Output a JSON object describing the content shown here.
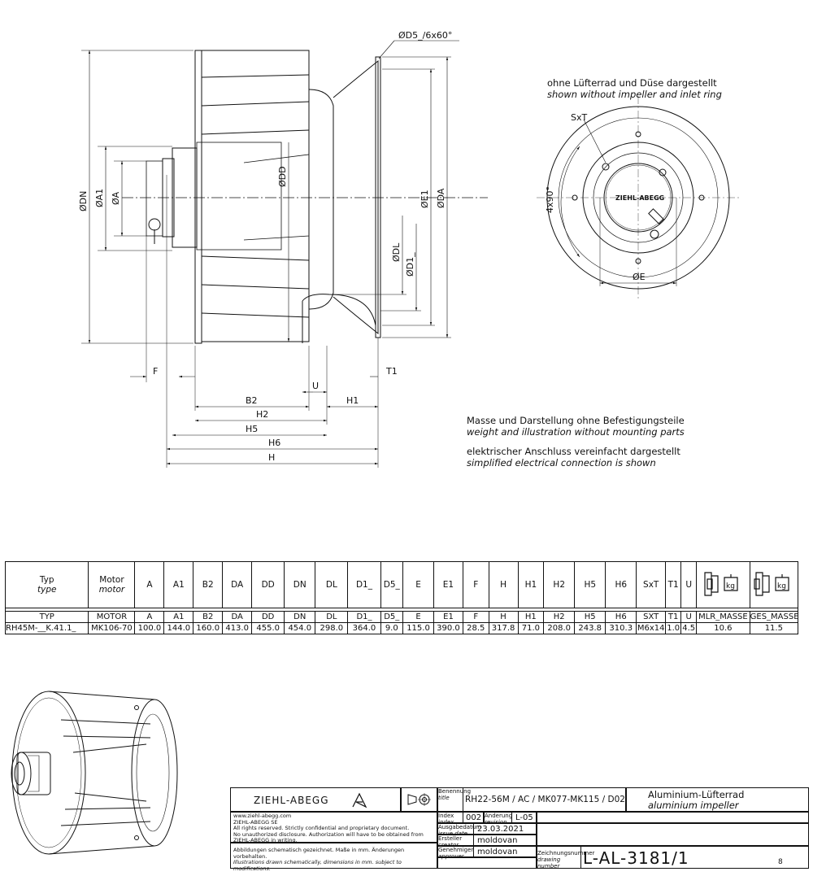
{
  "drawing": {
    "labels": {
      "d5": "ØD5_/6x60°",
      "dn": "ØDN",
      "a1": "ØA1",
      "a": "ØA",
      "dd": "ØDD",
      "dl": "ØDL",
      "d1": "ØD1_",
      "e1": "ØE1",
      "da": "ØDA",
      "f": "F",
      "u": "U",
      "t1": "T1",
      "b2": "B2",
      "h1": "H1",
      "h2": "H2",
      "h5": "H5",
      "h6": "H6",
      "h": "H",
      "sxt": "SxT",
      "four_x_90": "4x90°",
      "e": "ØE"
    },
    "side_view_note_de": "ohne Lüfterrad und Düse dargestellt",
    "side_view_note_en": "shown without impeller and inlet ring",
    "brand_plate": "ZIEHL-ABEGG",
    "notes": [
      {
        "de": "Masse und Darstellung ohne Befestigungsteile",
        "en": "weight and illustration without mounting parts"
      },
      {
        "de": "elektrischer Anschluss vereinfacht dargestellt",
        "en": "simplified electrical connection is shown"
      }
    ]
  },
  "table": {
    "header_de": [
      "Typ",
      "Motor",
      "A",
      "A1",
      "B2",
      "DA",
      "DD",
      "DN",
      "DL",
      "D1_",
      "D5_",
      "E",
      "E1",
      "F",
      "H",
      "H1",
      "H2",
      "H5",
      "H6",
      "SxT",
      "T1",
      "U"
    ],
    "header_en": [
      "type",
      "motor"
    ],
    "weight_icon_label": "kg",
    "keys": [
      "TYP",
      "MOTOR",
      "A",
      "A1",
      "B2",
      "DA",
      "DD",
      "DN",
      "DL",
      "D1_",
      "D5_",
      "E",
      "E1",
      "F",
      "H",
      "H1",
      "H2",
      "H5",
      "H6",
      "SXT",
      "T1",
      "U",
      "MLR_MASSE",
      "GES_MASSE"
    ],
    "values": [
      "RH45M-__K.41.1_",
      "MK106-70",
      "100.0",
      "144.0",
      "160.0",
      "413.0",
      "455.0",
      "454.0",
      "298.0",
      "364.0",
      "9.0",
      "115.0",
      "390.0",
      "28.5",
      "317.8",
      "71.0",
      "208.0",
      "243.8",
      "310.3",
      "M6x14",
      "1.0",
      "4.5",
      "10.6",
      "11.5"
    ]
  },
  "title_block": {
    "logo": "ZIEHL-ABEGG",
    "website": "www.ziehl-abegg.com",
    "company": "ZIEHL-ABEGG SE",
    "rights_1": "All rights reserved. Strictly confidential and proprietary document.",
    "rights_2": "No unauthorized disclosure. Authorization will have to be obtained from",
    "rights_3": "ZIEHL-ABEGG in writing.",
    "schematic_de": "Abbildungen schematisch gezeichnet. Maße in mm. Änderungen vorbehalten.",
    "schematic_en": "Illustrations drawn schematically, dimensions in mm. subject to modifications.",
    "title_label_de": "Benennung",
    "title_label_en": "title",
    "title_value": "RH22-56M / AC / MK077-MK115 / D02",
    "description_de": "Aluminium-Lüfterrad",
    "description_en": "aluminium impeller",
    "index_label_de": "Index",
    "index_label_en": "index",
    "index_value": "002",
    "revision_label_de": "Änderung",
    "revision_label_en": "revision",
    "revision_value": "L-05",
    "issue_label_de": "Ausgabedatum",
    "issue_label_en": "issue date",
    "issue_value": "23.03.2021",
    "creator_label_de": "Ersteller",
    "creator_label_en": "creator",
    "creator_value": "moldovan",
    "approver_label_de": "Genehmiger",
    "approver_label_en": "approver",
    "approver_value": "moldovan",
    "drawing_no_label_de": "Zeichnungsnummer",
    "drawing_no_label_en": "drawing number",
    "drawing_no_value": "L-AL-3181/1",
    "sheet_mark": "8"
  }
}
